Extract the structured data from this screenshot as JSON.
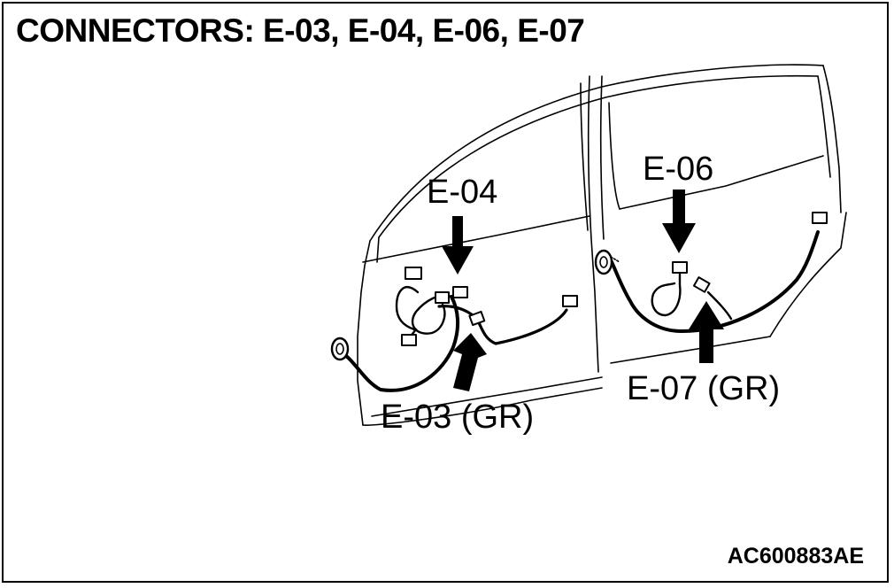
{
  "title": "CONNECTORS: E-03, E-04, E-06, E-07",
  "figure_code": "AC600883AE",
  "labels": {
    "e04": "E-04",
    "e06": "E-06",
    "e03": "E-03 (GR)",
    "e07": "E-07 (GR)"
  },
  "colors": {
    "line": "#000000",
    "background": "#ffffff"
  }
}
